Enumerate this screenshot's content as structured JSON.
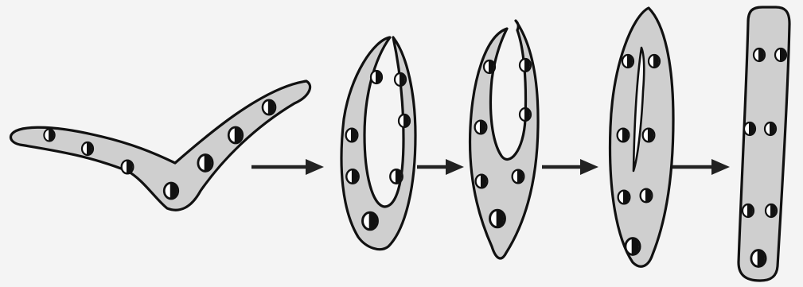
{
  "figure": {
    "description_kind": "fusion-sequence",
    "stages": [
      {
        "id": "stage-1",
        "form": "v-shaped-bent-cell",
        "spots": 7
      },
      {
        "id": "stage-2",
        "form": "u-shaped-open",
        "spots": 7
      },
      {
        "id": "stage-3",
        "form": "u-shaped-closing",
        "spots": 7
      },
      {
        "id": "stage-4",
        "form": "slit-closing",
        "spots": 7
      },
      {
        "id": "stage-5",
        "form": "rod-fused",
        "spots": 7
      }
    ],
    "arrows": 4,
    "colors": {
      "background": "#f4f4f4",
      "cell_fill": "#cfcfcf",
      "outline": "#111111",
      "spot_light": "#ffffff",
      "spot_dark": "#111111",
      "arrow": "#222222"
    }
  }
}
